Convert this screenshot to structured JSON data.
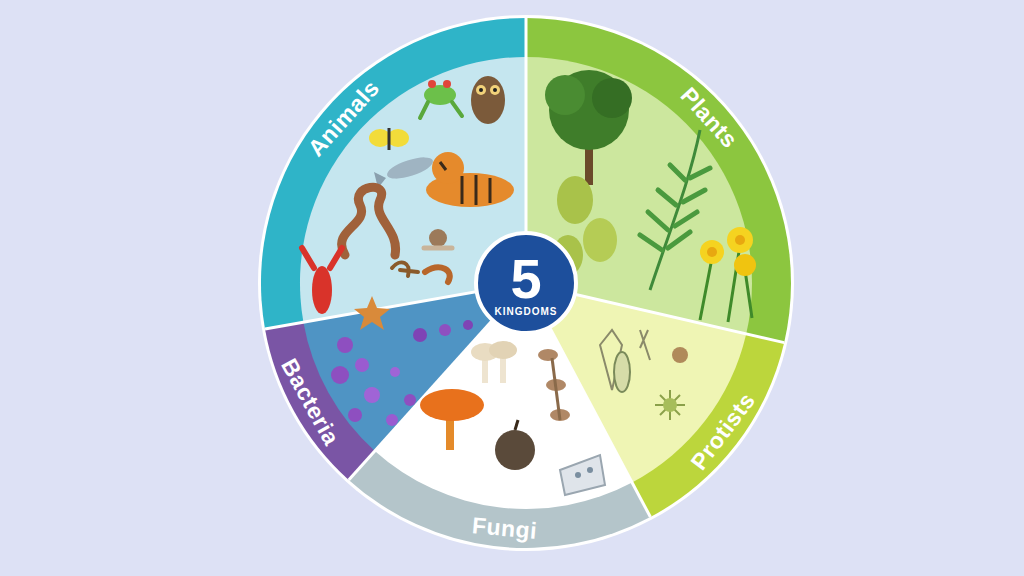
{
  "diagram": {
    "nodes": [
      {
        "text": [
          "Animals"
        ]
      },
      {
        "text": [
          "Plants"
        ]
      },
      {
        "text": [
          "Protists"
        ]
      },
      {
        "text": [
          "Fungi"
        ]
      },
      {
        "text": [
          "Bacteria"
        ]
      },
      {
        "text": [
          "5",
          "KINGDOMS"
        ]
      }
    ]
  }
}
